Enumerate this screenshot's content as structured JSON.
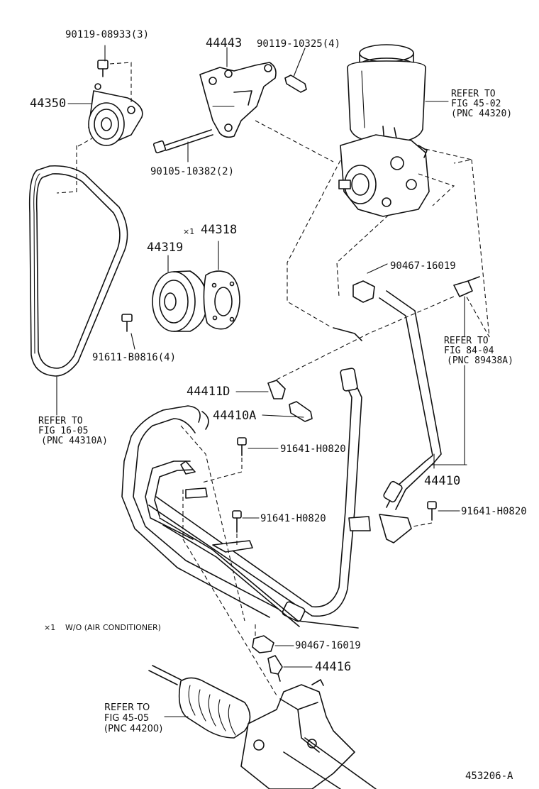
{
  "callouts": {
    "bolt_90119_08933": "90119-08933(3)",
    "idler_44350": "44350",
    "bracket_44443": "44443",
    "bolt_90119_10325": "90119-10325(4)",
    "bolt_90105_10382": "90105-10382(2)",
    "star_note": "×1",
    "plate_44318": "44318",
    "pulley_44319": "44319",
    "bolt_91611_b0816": "91611-B0816(4)",
    "clip_90467_16019_top": "90467-16019",
    "clamp_44411d": "44411D",
    "bolt_44410a": "44410A",
    "bolt_91641_h0820_a": "91641-H0820",
    "bolt_91641_h0820_b": "91641-H0820",
    "bolt_91641_h0820_c": "91641-H0820",
    "hose_44410": "44410",
    "clip_90467_16019_bottom": "90467-16019",
    "union_44416": "44416"
  },
  "references": {
    "reservoir": {
      "line1": "REFER TO",
      "line2": "FIG 45-02",
      "line3": "(PNC 44320)"
    },
    "sensor": {
      "line1": "REFER TO",
      "line2": "FIG 84-04",
      "line3": "(PNC 89438A)"
    },
    "belt": {
      "line1": "REFER TO",
      "line2": "FIG 16-05",
      "line3": "(PNC 44310A)"
    },
    "gear": {
      "line1": "REFER TO",
      "line2": "FIG 45-05",
      "line3": "(PNC 44200)"
    }
  },
  "footnote": {
    "mark": "×1",
    "text": "W/O (AIR CONDITIONER)"
  },
  "figure_id": "453206-A"
}
